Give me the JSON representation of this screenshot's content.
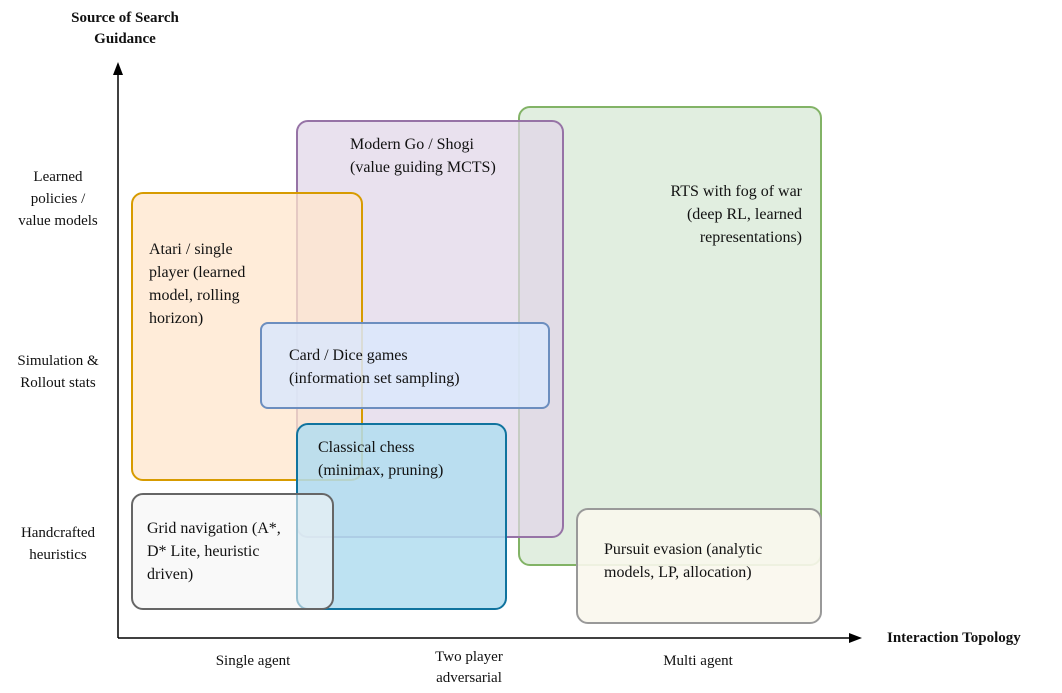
{
  "axes": {
    "y_title": "Source of Search\nGuidance",
    "x_title": "Interaction Topology",
    "y_ticks": [
      {
        "id": "learned",
        "label": "Learned\npolicies /\nvalue models"
      },
      {
        "id": "simulation",
        "label": "Simulation &\nRollout stats"
      },
      {
        "id": "handcrafted",
        "label": "Handcrafted\nheuristics"
      }
    ],
    "x_ticks": [
      {
        "id": "single",
        "label": "Single agent"
      },
      {
        "id": "two-player",
        "label": "Two player\nadversarial"
      },
      {
        "id": "multi",
        "label": "Multi agent"
      }
    ]
  },
  "regions": [
    {
      "id": "rts",
      "label": "RTS with fog of war\n(deep RL, learned\nrepresentations)",
      "fill": "#d5e8d4",
      "stroke": "#82b366"
    },
    {
      "id": "go-shogi",
      "label": "Modern Go / Shogi\n(value guiding MCTS)",
      "fill": "#e1d5e7",
      "stroke": "#9673a6"
    },
    {
      "id": "atari",
      "label": "Atari / single\nplayer (learned\nmodel, rolling\nhorizon)",
      "fill": "#ffe6cc",
      "stroke": "#d79b00"
    },
    {
      "id": "card-dice",
      "label": "Card / Dice games\n(information set sampling)",
      "fill": "#dae8fc",
      "stroke": "#6c8ebf"
    },
    {
      "id": "chess",
      "label": "Classical chess\n(minimax, pruning)",
      "fill": "#b1ddf0",
      "stroke": "#10739e"
    },
    {
      "id": "grid-nav",
      "label": "Grid navigation (A*,\nD* Lite, heuristic\ndriven)",
      "fill": "#f5f5f5",
      "stroke": "#666666"
    },
    {
      "id": "pursuit",
      "label": "Pursuit evasion (analytic\nmodels, LP, allocation)",
      "fill": "#f9f7ed",
      "stroke": "#999999"
    }
  ]
}
